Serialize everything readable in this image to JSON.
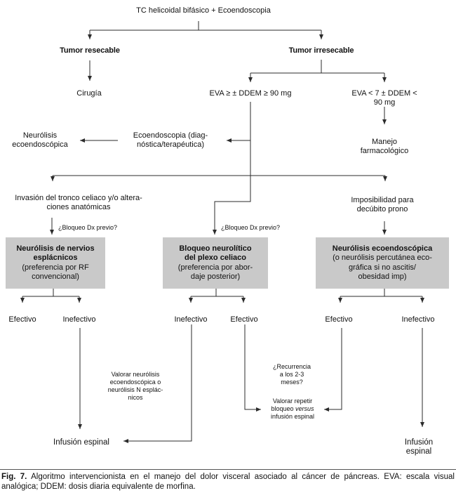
{
  "colors": {
    "box_fill": "#c9c9c9",
    "line": "#2b2b2b"
  },
  "nodes": {
    "root": "TC helicoidal bifásico + Ecoendoscopia",
    "tumor_resecable": "Tumor resecable",
    "cirugia": "Cirugía",
    "tumor_irresecable": "Tumor irresecable",
    "eva_high": "EVA ≥ ± DDEM ≥ 90 mg",
    "eva_low": "EVA < 7 ± DDEM < 90 mg",
    "neurolisis_ecoendoscopica": "Neurólisis\necoendoscópica",
    "ecoendoscopia_diag": "Ecoendoscopia (diag-\nnóstica/terapéutica)",
    "manejo_farmacologico": "Manejo farmacológico",
    "invasion_tronco": "Invasión del tronco celiaco y/o altera-\nciones anatómicas",
    "imposibilidad_decubito": "Imposibilidad para\ndecúbito prono",
    "bloqueo_dx_left": "¿Bloqueo Dx previo?",
    "bloqueo_dx_center": "¿Bloqueo Dx previo?",
    "box_esplacnicos_title": "Neurólisis de nervios\nesplácnicos",
    "box_esplacnicos_sub": "(preferencia por RF\nconvencional)",
    "box_plexo_title": "Bloqueo neurolítico\ndel plexo celiaco",
    "box_plexo_sub": "(preferencia por abor-\ndaje posterior)",
    "box_ecoendo_title": "Neurólisis ecoendoscópica",
    "box_ecoendo_sub": "(o neurólisis percutánea eco-\ngráfica si no ascitis/\nobesidad imp)",
    "out_box1_left": "Efectivo",
    "out_box1_right": "Inefectivo",
    "out_box2_left": "Inefectivo",
    "out_box2_right": "Efectivo",
    "out_box3_left": "Efectivo",
    "out_box3_right": "Inefectivo",
    "valorar_neurolisis": "Valorar neurólisis\necoendoscópica o\nneurólisis N esplác-\nnicos",
    "recurrencia": "¿Recurrencia\na los 2-3\nmeses?",
    "valorar_repetir_pre": "Valorar repetir\nbloqueo ",
    "valorar_repetir_italic": "versus",
    "valorar_repetir_post": "\ninfusión espinal",
    "infusion_espinal_left": "Infusión espinal",
    "infusion_espinal_right": "Infusión espinal"
  },
  "caption": {
    "label": "Fig. 7.",
    "text": " Algoritmo intervencionista en el manejo del dolor visceral asociado al cáncer de páncreas. EVA: escala visual analógica; DDEM: dosis diaria equivalente de morfina."
  }
}
